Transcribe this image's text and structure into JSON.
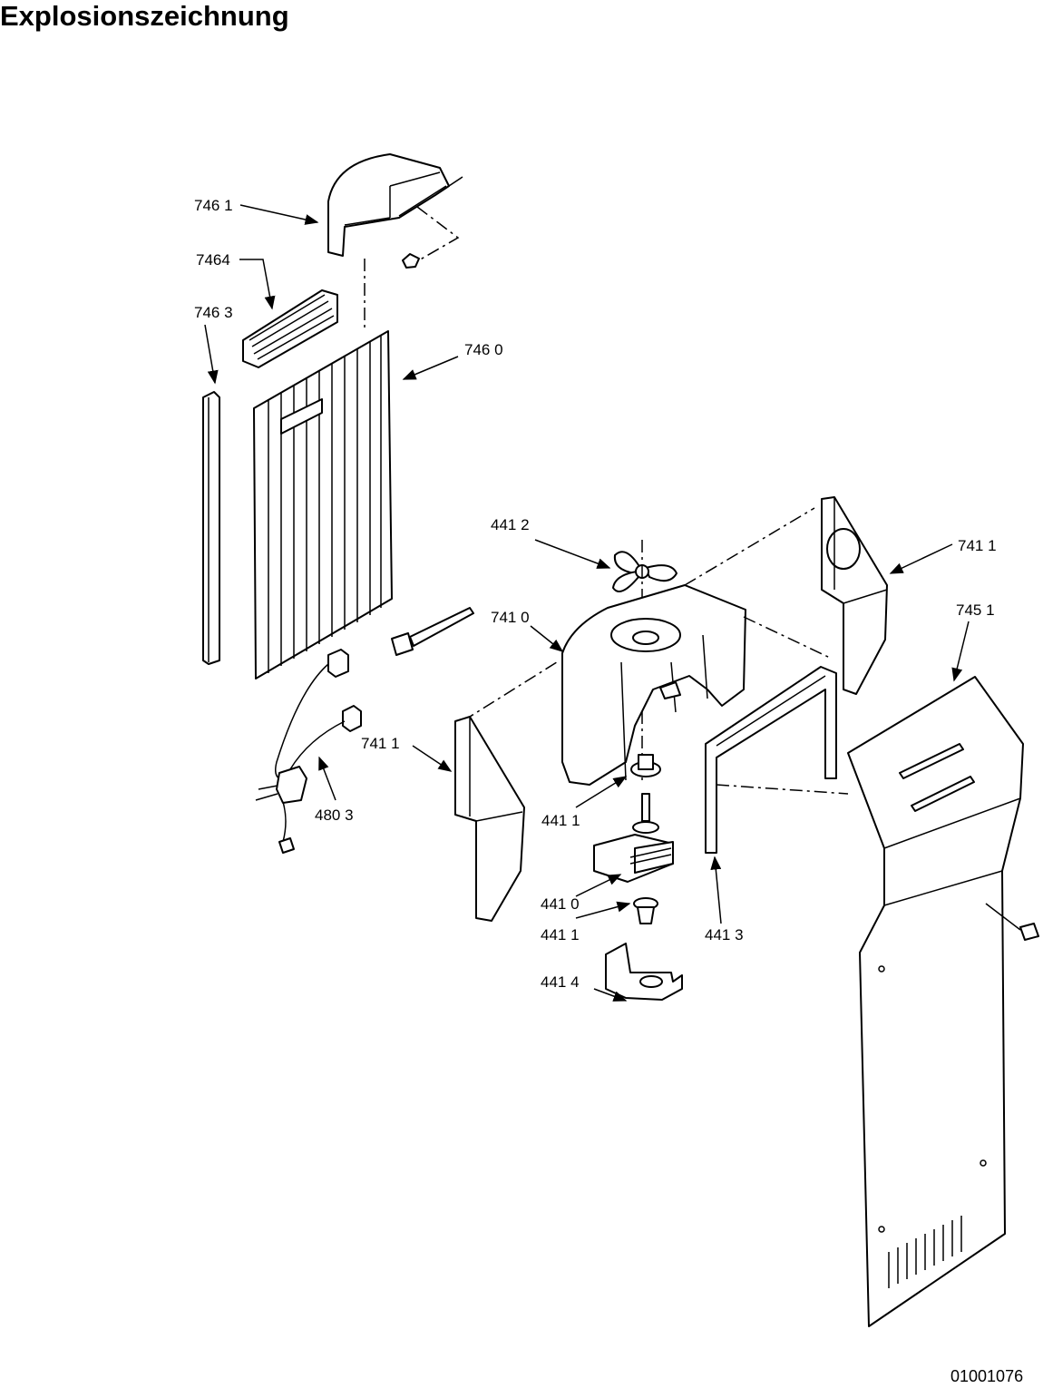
{
  "title": "Explosionszeichnung",
  "document_id": "01001076",
  "part_labels": {
    "duct_cap": "746 1",
    "grille_cover": "7464",
    "seal_strip": "746 3",
    "evaporator_cover": "746 0",
    "fan_blade": "441 2",
    "fan_shroud": "741 0",
    "side_baffle_right": "741 1",
    "rear_panel": "745 1",
    "side_baffle_left": "741 1",
    "wiring_harness": "480 3",
    "grommet_upper": "441 1",
    "fan_motor": "441 0",
    "grommet_lower": "441 1",
    "u_bracket": "441 3",
    "motor_bracket": "441 4"
  }
}
